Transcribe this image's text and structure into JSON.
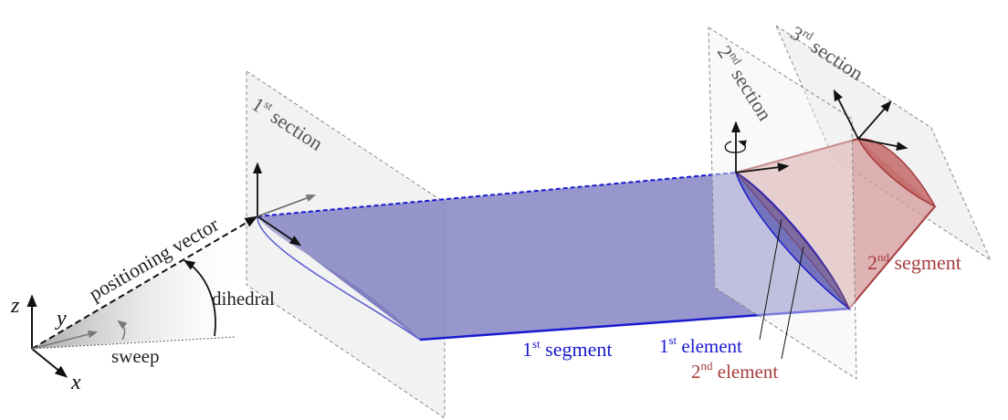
{
  "labels": {
    "positioning_vector": "positioning vector",
    "dihedral": "dihedral",
    "sweep": "sweep",
    "axis_x": "x",
    "axis_y": "y",
    "axis_z": "z",
    "section1_num": "1",
    "section1_sup": "st",
    "section1_word": " section",
    "section2_num": "2",
    "section2_sup": "nd",
    "section2_word": " section",
    "section3_num": "3",
    "section3_sup": "rd",
    "section3_word": " section",
    "segment1_num": "1",
    "segment1_sup": "st",
    "segment1_word": " segment",
    "segment2_num": "2",
    "segment2_sup": "nd",
    "segment2_word": " segment",
    "element1_num": "1",
    "element1_sup": "st",
    "element1_word": " element",
    "element2_num": "2",
    "element2_sup": "nd",
    "element2_word": " element"
  },
  "colors": {
    "blue_segment": "#1a1ad0",
    "red_segment": "#a63c3c",
    "section_plane": "#f2f2f2"
  }
}
